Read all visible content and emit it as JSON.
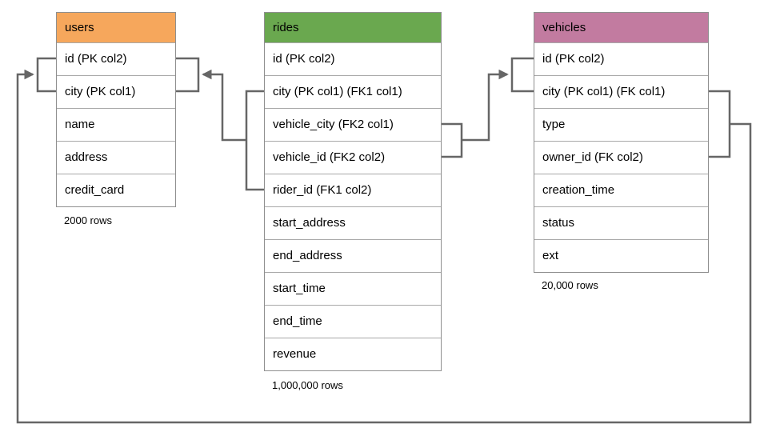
{
  "diagram": {
    "background": "#ffffff",
    "connector_color": "#666666",
    "table_border_color": "#8f8f8f",
    "row_divider_color": "#a9a9a9",
    "text_color": "#000000"
  },
  "tables": [
    {
      "id": "users",
      "title": "users",
      "header_color": "#F6A75C",
      "rows": [
        "id (PK col2)",
        "city (PK col1)",
        "name",
        "address",
        "credit_card"
      ],
      "row_count": "2000 rows"
    },
    {
      "id": "rides",
      "title": "rides",
      "header_color": "#6AA84F",
      "rows": [
        "id (PK col2)",
        "city (PK col1) (FK1 col1)",
        "vehicle_city (FK2 col1)",
        "vehicle_id (FK2 col2)",
        "rider_id (FK1 col2)",
        "start_address",
        "end_address",
        "start_time",
        "end_time",
        "revenue"
      ],
      "row_count": "1,000,000 rows"
    },
    {
      "id": "vehicles",
      "title": "vehicles",
      "header_color": "#C27BA0",
      "rows": [
        "id (PK col2)",
        "city (PK col1) (FK col1)",
        "type",
        "owner_id (FK col2)",
        "creation_time",
        "status",
        "ext"
      ],
      "row_count": "20,000 rows"
    }
  ],
  "relationships": [
    {
      "name": "rides-fk1-users",
      "from": "rides (city, rider_id)",
      "to": "users (city, id)"
    },
    {
      "name": "rides-fk2-vehicles",
      "from": "rides (vehicle_city, vehicle_id)",
      "to": "vehicles (city, id)"
    },
    {
      "name": "vehicles-fk-users",
      "from": "vehicles (city, owner_id)",
      "to": "users (city, id)"
    }
  ]
}
